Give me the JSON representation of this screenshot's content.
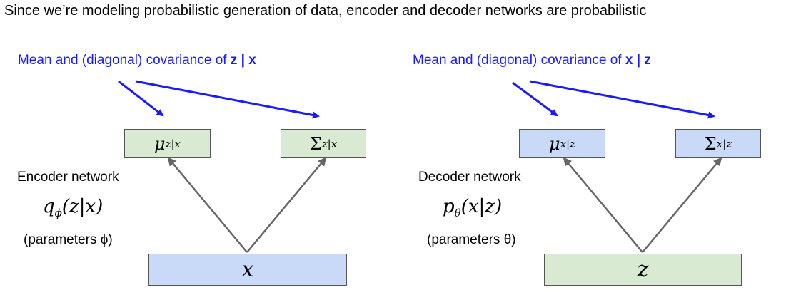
{
  "headline": "Since we’re modeling probabilistic generation of data, encoder and decoder networks are probabilistic",
  "encoder": {
    "label_prefix": "Mean and (diagonal) covariance of ",
    "label_bold": "z | x",
    "mu_symbol": "μ",
    "mu_sub": "z|x",
    "sigma_symbol": "Σ",
    "sigma_sub": "z|x",
    "title": "Encoder network",
    "func": "qϕ(z|x)",
    "func_main": "q",
    "func_sub": "ϕ",
    "func_args": "(z|x)",
    "params": "(parameters ϕ)",
    "input": "x"
  },
  "decoder": {
    "label_prefix": "Mean and (diagonal) covariance of ",
    "label_bold": "x | z",
    "mu_symbol": "μ",
    "mu_sub": "x|z",
    "sigma_symbol": "Σ",
    "sigma_sub": "x|z",
    "title": "Decoder network",
    "func_main": "p",
    "func_sub": "θ",
    "func_args": "(x|z)",
    "params": "(parameters θ)",
    "input": "z"
  },
  "colors": {
    "annotation": "#1a1aff",
    "green_box": "#d9ead3",
    "blue_box": "#c9daf8",
    "arrow_gray": "#666666"
  }
}
